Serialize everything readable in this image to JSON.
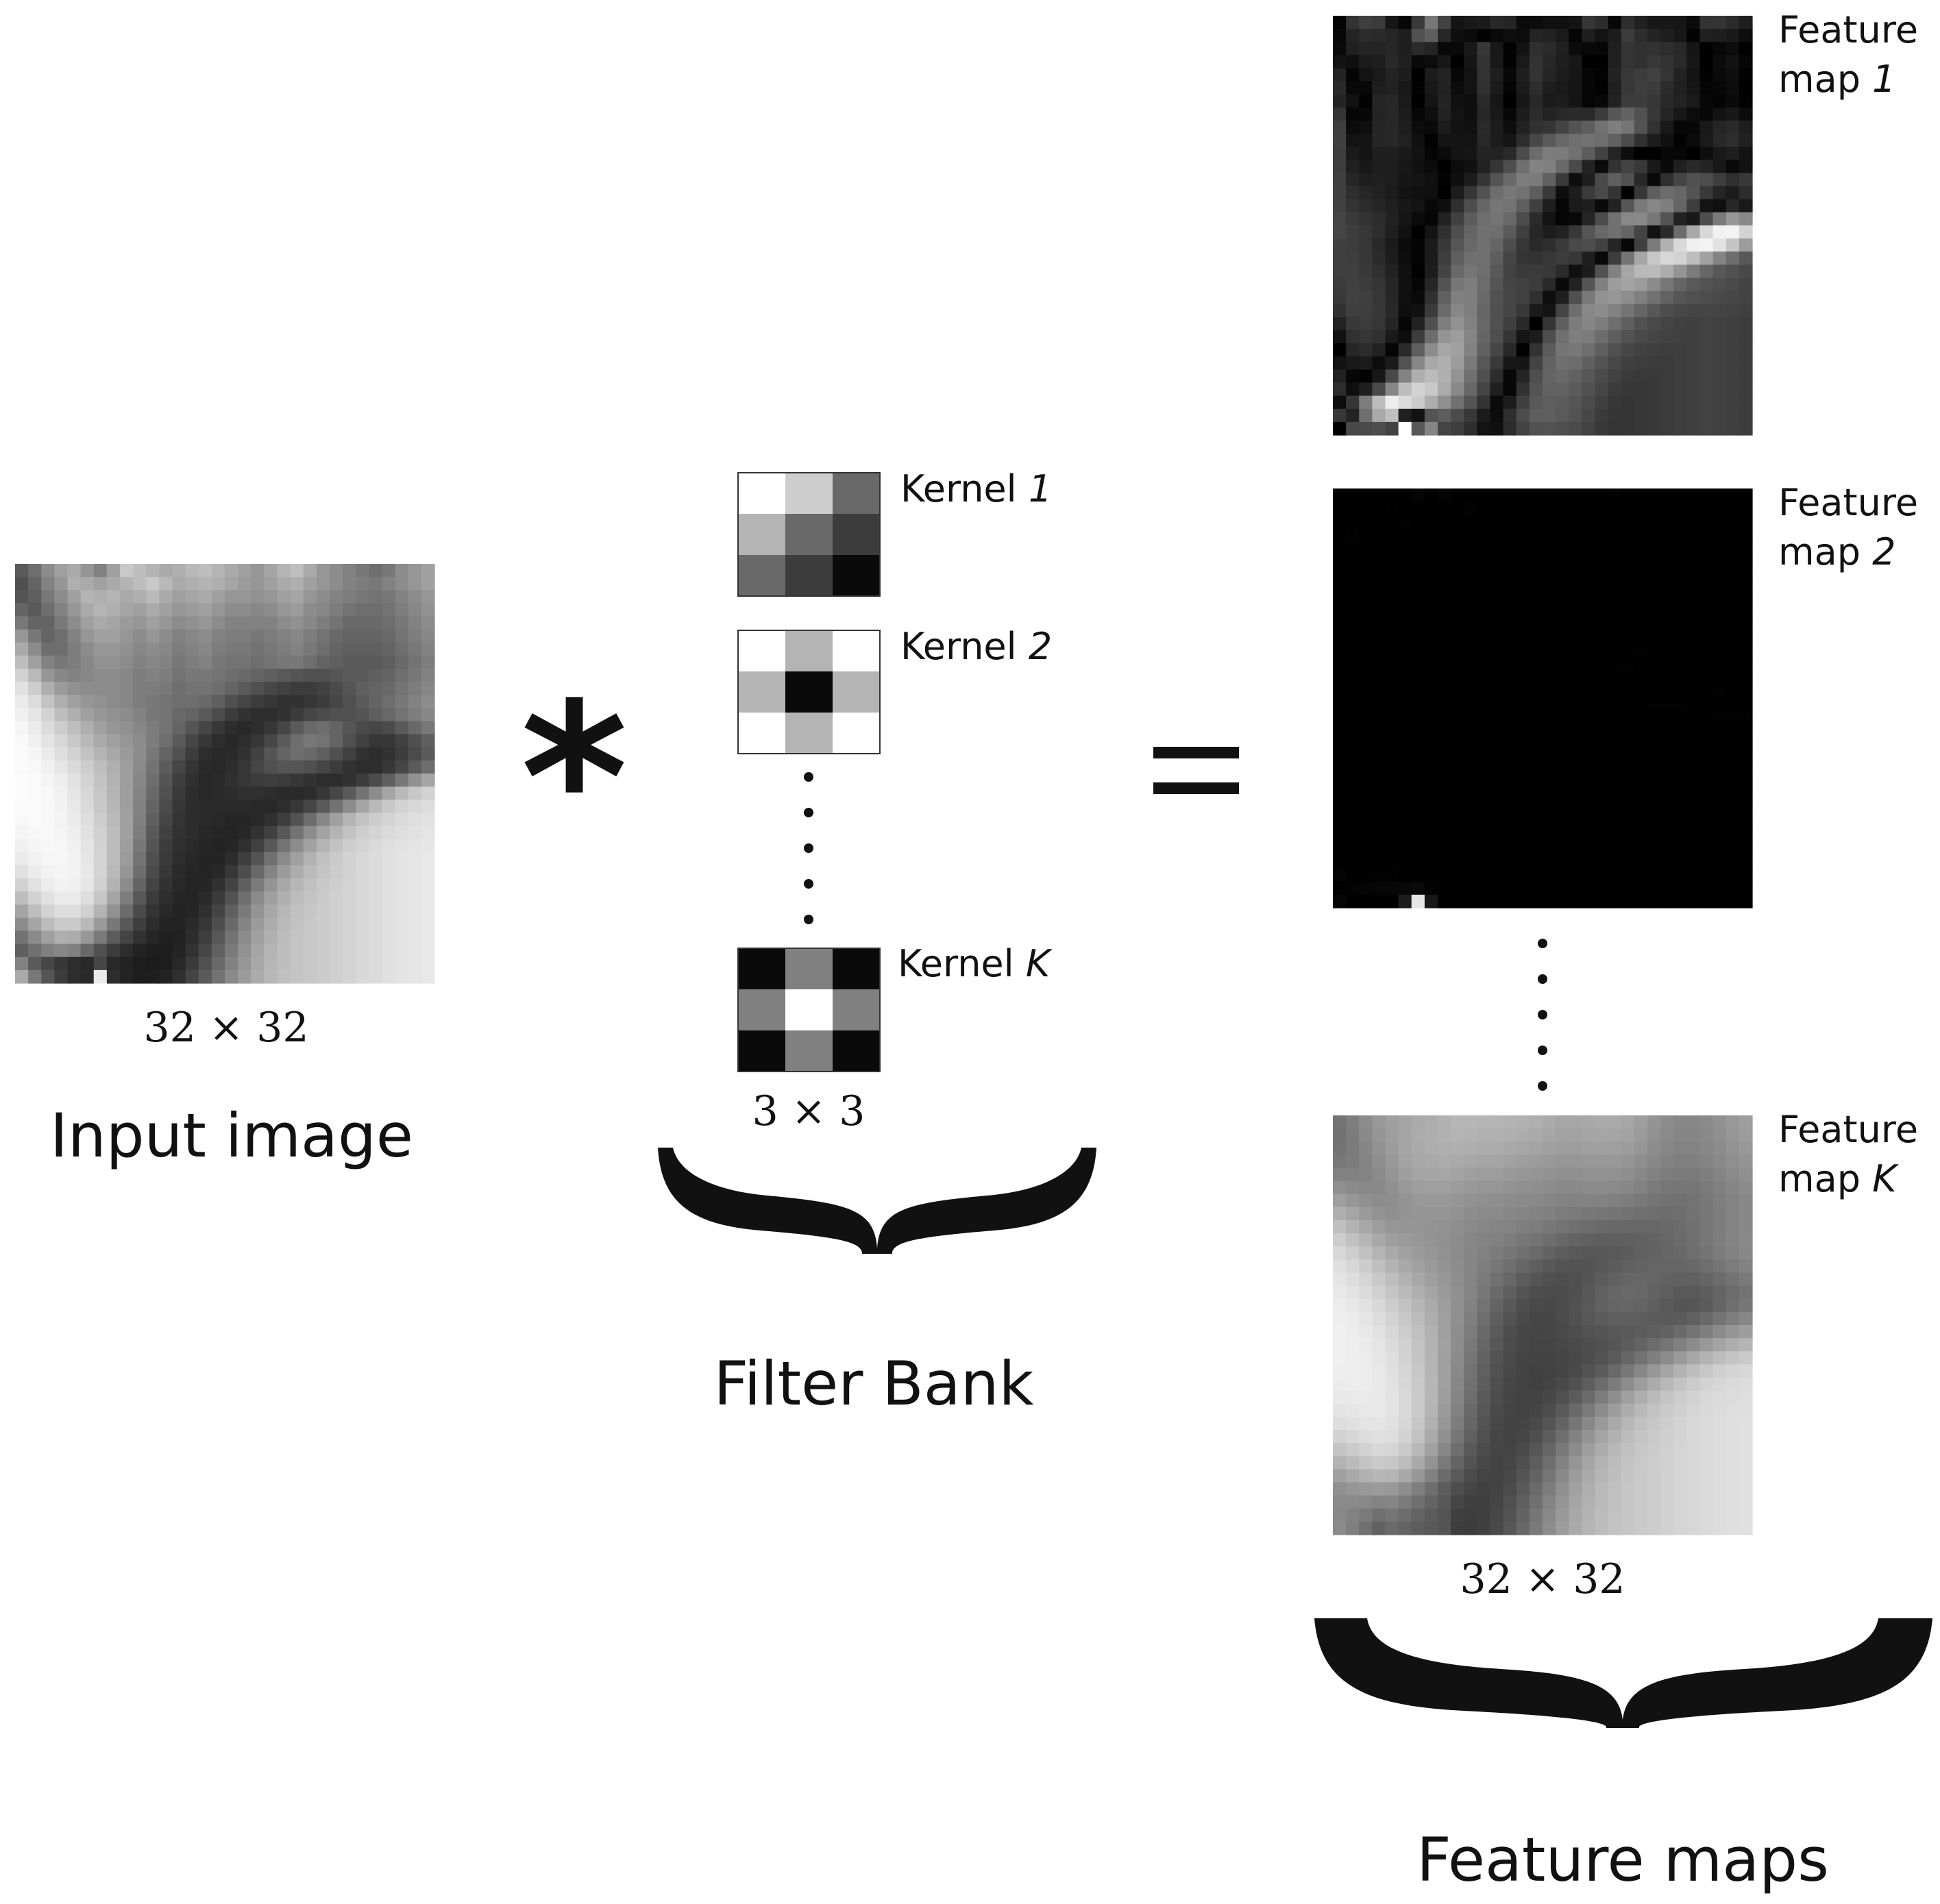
{
  "input": {
    "size_label": "32 × 32",
    "title": "Input image",
    "pixels": [
      [
        90,
        110,
        140,
        160,
        170,
        150,
        130,
        160,
        200,
        190,
        180,
        170,
        175,
        185,
        190,
        180,
        170,
        160,
        150,
        165,
        180,
        190,
        170,
        150,
        140,
        130,
        120,
        110,
        120,
        140,
        150,
        160
      ],
      [
        80,
        100,
        130,
        150,
        175,
        170,
        160,
        170,
        180,
        190,
        200,
        185,
        170,
        175,
        180,
        175,
        165,
        155,
        150,
        160,
        170,
        175,
        160,
        150,
        140,
        130,
        125,
        120,
        130,
        140,
        150,
        160
      ],
      [
        85,
        95,
        120,
        140,
        160,
        180,
        175,
        180,
        170,
        175,
        185,
        170,
        160,
        165,
        170,
        160,
        150,
        150,
        145,
        150,
        160,
        165,
        150,
        140,
        130,
        125,
        120,
        115,
        120,
        130,
        140,
        150
      ],
      [
        100,
        90,
        110,
        130,
        150,
        170,
        180,
        175,
        165,
        160,
        170,
        160,
        150,
        155,
        160,
        150,
        140,
        140,
        135,
        140,
        150,
        155,
        140,
        135,
        125,
        115,
        110,
        110,
        115,
        125,
        135,
        145
      ],
      [
        120,
        100,
        100,
        120,
        140,
        160,
        170,
        165,
        155,
        150,
        160,
        150,
        140,
        145,
        150,
        140,
        130,
        130,
        130,
        130,
        140,
        145,
        135,
        125,
        115,
        105,
        105,
        105,
        110,
        120,
        130,
        140
      ],
      [
        150,
        120,
        100,
        110,
        130,
        150,
        160,
        160,
        150,
        140,
        150,
        140,
        130,
        135,
        140,
        130,
        125,
        125,
        120,
        125,
        130,
        135,
        125,
        115,
        105,
        100,
        100,
        100,
        105,
        115,
        125,
        135
      ],
      [
        170,
        140,
        110,
        110,
        125,
        140,
        150,
        150,
        145,
        135,
        140,
        135,
        125,
        130,
        135,
        125,
        120,
        120,
        115,
        120,
        125,
        130,
        120,
        110,
        100,
        95,
        95,
        95,
        100,
        110,
        120,
        130
      ],
      [
        190,
        160,
        130,
        120,
        125,
        135,
        145,
        145,
        140,
        130,
        135,
        130,
        120,
        125,
        130,
        120,
        115,
        115,
        110,
        115,
        120,
        120,
        110,
        100,
        95,
        90,
        90,
        90,
        95,
        105,
        115,
        125
      ],
      [
        210,
        185,
        150,
        135,
        130,
        135,
        140,
        140,
        135,
        125,
        130,
        125,
        115,
        120,
        120,
        115,
        110,
        105,
        100,
        95,
        90,
        85,
        80,
        80,
        85,
        90,
        90,
        95,
        100,
        110,
        120,
        130
      ],
      [
        225,
        205,
        175,
        155,
        145,
        140,
        140,
        140,
        135,
        125,
        125,
        120,
        110,
        115,
        115,
        110,
        100,
        90,
        80,
        70,
        65,
        60,
        60,
        65,
        75,
        85,
        95,
        100,
        105,
        115,
        125,
        135
      ],
      [
        235,
        220,
        195,
        175,
        160,
        150,
        145,
        140,
        135,
        125,
        120,
        115,
        110,
        110,
        105,
        95,
        80,
        70,
        60,
        55,
        50,
        50,
        55,
        60,
        70,
        80,
        90,
        100,
        110,
        120,
        130,
        140
      ],
      [
        240,
        230,
        210,
        190,
        175,
        160,
        150,
        145,
        140,
        130,
        120,
        115,
        105,
        100,
        90,
        75,
        60,
        50,
        45,
        45,
        50,
        60,
        70,
        75,
        80,
        80,
        85,
        95,
        105,
        115,
        125,
        135
      ],
      [
        245,
        235,
        220,
        205,
        190,
        175,
        160,
        150,
        145,
        135,
        125,
        115,
        100,
        85,
        70,
        55,
        45,
        40,
        45,
        55,
        70,
        90,
        105,
        110,
        100,
        85,
        75,
        70,
        75,
        90,
        105,
        120
      ],
      [
        248,
        240,
        228,
        215,
        200,
        185,
        170,
        160,
        150,
        140,
        125,
        110,
        90,
        70,
        55,
        45,
        40,
        45,
        55,
        70,
        90,
        110,
        120,
        115,
        100,
        80,
        65,
        55,
        55,
        65,
        80,
        95
      ],
      [
        250,
        245,
        235,
        222,
        210,
        195,
        180,
        168,
        155,
        140,
        120,
        100,
        80,
        60,
        45,
        40,
        42,
        50,
        65,
        85,
        100,
        110,
        105,
        95,
        80,
        65,
        50,
        45,
        50,
        60,
        75,
        90
      ],
      [
        250,
        248,
        240,
        230,
        218,
        205,
        190,
        175,
        158,
        138,
        115,
        92,
        70,
        52,
        42,
        40,
        45,
        55,
        70,
        80,
        85,
        85,
        80,
        70,
        60,
        50,
        45,
        45,
        55,
        70,
        90,
        110
      ],
      [
        252,
        250,
        245,
        238,
        225,
        210,
        195,
        178,
        158,
        135,
        110,
        85,
        62,
        48,
        40,
        42,
        48,
        55,
        60,
        62,
        60,
        55,
        50,
        45,
        45,
        50,
        60,
        75,
        95,
        120,
        145,
        165
      ],
      [
        252,
        250,
        248,
        240,
        230,
        215,
        198,
        180,
        158,
        132,
        105,
        80,
        58,
        45,
        40,
        42,
        45,
        48,
        48,
        45,
        42,
        42,
        45,
        55,
        70,
        90,
        115,
        140,
        165,
        185,
        200,
        210
      ],
      [
        250,
        250,
        248,
        242,
        232,
        218,
        200,
        182,
        158,
        130,
        100,
        75,
        55,
        45,
        42,
        42,
        42,
        42,
        40,
        40,
        45,
        55,
        70,
        90,
        115,
        140,
        165,
        185,
        200,
        210,
        215,
        220
      ],
      [
        248,
        250,
        248,
        243,
        235,
        222,
        205,
        185,
        160,
        128,
        95,
        70,
        52,
        45,
        42,
        40,
        38,
        38,
        40,
        48,
        62,
        82,
        108,
        135,
        160,
        180,
        195,
        205,
        212,
        218,
        222,
        225
      ],
      [
        245,
        248,
        248,
        245,
        238,
        225,
        208,
        188,
        160,
        125,
        90,
        65,
        50,
        45,
        40,
        38,
        36,
        40,
        50,
        65,
        88,
        115,
        140,
        162,
        180,
        195,
        205,
        212,
        218,
        222,
        225,
        228
      ],
      [
        240,
        245,
        248,
        246,
        240,
        228,
        210,
        188,
        158,
        120,
        85,
        60,
        48,
        42,
        38,
        35,
        38,
        48,
        65,
        88,
        115,
        140,
        162,
        180,
        195,
        205,
        212,
        218,
        222,
        226,
        228,
        230
      ],
      [
        235,
        242,
        246,
        246,
        242,
        230,
        212,
        188,
        155,
        115,
        80,
        58,
        45,
        40,
        36,
        36,
        45,
        62,
        85,
        112,
        138,
        160,
        178,
        192,
        202,
        210,
        216,
        220,
        224,
        228,
        230,
        232
      ],
      [
        225,
        235,
        242,
        245,
        242,
        232,
        212,
        185,
        150,
        110,
        75,
        55,
        42,
        38,
        36,
        40,
        55,
        78,
        105,
        132,
        155,
        172,
        186,
        196,
        204,
        210,
        216,
        220,
        224,
        228,
        230,
        232
      ],
      [
        210,
        225,
        236,
        242,
        240,
        230,
        208,
        178,
        140,
        100,
        68,
        50,
        40,
        36,
        38,
        48,
        68,
        95,
        122,
        148,
        168,
        182,
        192,
        200,
        206,
        212,
        216,
        220,
        224,
        228,
        230,
        232
      ],
      [
        190,
        210,
        225,
        234,
        234,
        222,
        198,
        165,
        125,
        88,
        60,
        45,
        38,
        36,
        42,
        58,
        82,
        110,
        138,
        160,
        176,
        188,
        196,
        202,
        208,
        212,
        216,
        220,
        224,
        228,
        230,
        232
      ],
      [
        165,
        190,
        210,
        222,
        222,
        208,
        180,
        145,
        108,
        75,
        52,
        40,
        36,
        38,
        48,
        68,
        95,
        122,
        148,
        168,
        182,
        192,
        198,
        204,
        208,
        212,
        216,
        220,
        224,
        228,
        230,
        232
      ],
      [
        140,
        165,
        188,
        202,
        202,
        185,
        155,
        120,
        88,
        62,
        45,
        36,
        36,
        42,
        55,
        78,
        105,
        132,
        155,
        172,
        186,
        194,
        200,
        204,
        208,
        212,
        216,
        220,
        224,
        228,
        230,
        232
      ],
      [
        115,
        138,
        160,
        175,
        172,
        152,
        122,
        92,
        68,
        50,
        38,
        32,
        34,
        45,
        62,
        88,
        115,
        140,
        160,
        176,
        188,
        196,
        200,
        204,
        208,
        212,
        216,
        220,
        224,
        228,
        230,
        232
      ],
      [
        95,
        112,
        128,
        135,
        128,
        105,
        80,
        60,
        45,
        35,
        30,
        30,
        36,
        50,
        70,
        96,
        122,
        145,
        165,
        180,
        190,
        196,
        200,
        204,
        208,
        212,
        216,
        220,
        224,
        228,
        230,
        232
      ],
      [
        130,
        90,
        70,
        55,
        45,
        40,
        70,
        40,
        35,
        30,
        28,
        30,
        40,
        58,
        80,
        105,
        130,
        150,
        168,
        182,
        190,
        196,
        200,
        204,
        208,
        212,
        216,
        220,
        224,
        228,
        230,
        232
      ],
      [
        170,
        120,
        85,
        60,
        45,
        42,
        235,
        45,
        35,
        30,
        30,
        35,
        48,
        68,
        90,
        115,
        138,
        156,
        172,
        184,
        192,
        196,
        200,
        204,
        208,
        212,
        216,
        220,
        224,
        228,
        230,
        232
      ]
    ]
  },
  "operators": {
    "convolve": "*",
    "equals": "="
  },
  "filter_bank": {
    "title": "Filter Bank",
    "size_label": "3 × 3",
    "kernels": [
      {
        "label_prefix": "Kernel ",
        "label_index": "1",
        "cells": [
          [
            255,
            205,
            105
          ],
          [
            180,
            105,
            60
          ],
          [
            105,
            60,
            10
          ]
        ]
      },
      {
        "label_prefix": "Kernel ",
        "label_index": "2",
        "cells": [
          [
            255,
            180,
            255
          ],
          [
            180,
            10,
            180
          ],
          [
            255,
            180,
            255
          ]
        ]
      },
      {
        "label_prefix": "Kernel ",
        "label_index": "K",
        "cells": [
          [
            10,
            128,
            10
          ],
          [
            128,
            255,
            128
          ],
          [
            10,
            128,
            10
          ]
        ]
      }
    ]
  },
  "feature_maps": {
    "title": "Feature maps",
    "size_label": "32 × 32",
    "maps": [
      {
        "label_line1": "Feature",
        "label_line2_prefix": "map ",
        "label_index": "1"
      },
      {
        "label_line1": "Feature",
        "label_line2_prefix": "map ",
        "label_index": "2"
      },
      {
        "label_line1": "Feature",
        "label_line2_prefix": "map ",
        "label_index": "K"
      }
    ]
  },
  "colors": {
    "ink": "#111111",
    "background": "#ffffff"
  }
}
